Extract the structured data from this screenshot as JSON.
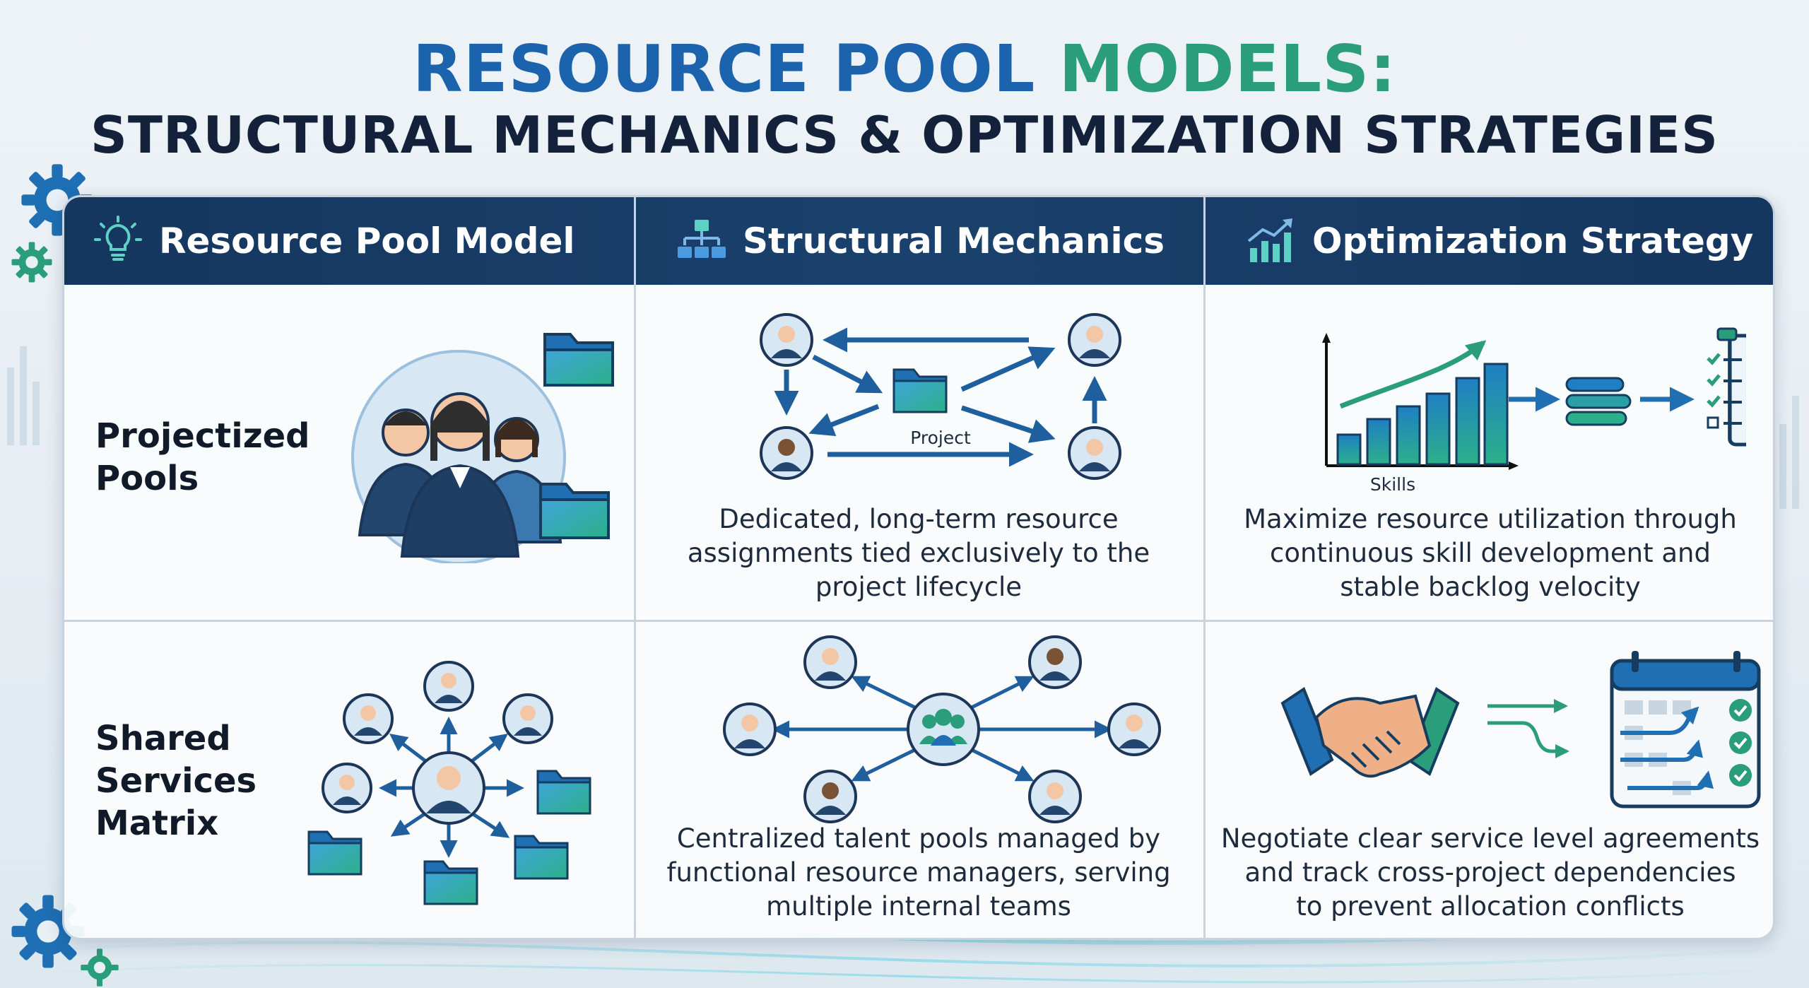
{
  "title": {
    "line1_part1": "RESOURCE POOL",
    "line1_part2": "MODELS:",
    "line2": "STRUCTURAL MECHANICS & OPTIMIZATION STRATEGIES"
  },
  "headers": [
    {
      "label": "Resource Pool Model",
      "icon": "lightbulb-icon"
    },
    {
      "label": "Structural Mechanics",
      "icon": "org-chart-icon"
    },
    {
      "label": "Optimization Strategy",
      "icon": "growth-chart-icon"
    }
  ],
  "rows": [
    {
      "model": "Projectized Pools",
      "model_line1": "Projectized",
      "model_line2": "Pools",
      "diagram_label": "Project",
      "mechanics": [
        "Dedicated, long-term resource",
        "assignments tied exclusively to the",
        "project lifecycle"
      ],
      "strategy_label": "Skills",
      "strategy": [
        "Maximize resource utilization through",
        "continuous skill development and",
        "stable backlog velocity"
      ]
    },
    {
      "model": "Shared Services Matrix",
      "model_line1": "Shared",
      "model_line2": "Services",
      "model_line3": "Matrix",
      "mechanics": [
        "Centralized talent pools managed by",
        "functional resource managers, serving",
        "multiple internal teams"
      ],
      "strategy": [
        "Negotiate clear service level agreements",
        "and track cross-project dependencies",
        "to prevent allocation conflicts"
      ]
    }
  ],
  "colors": {
    "navy": "#15365e",
    "blue": "#1b63ad",
    "green": "#2a9d7a",
    "teal": "#1f8f8a"
  }
}
